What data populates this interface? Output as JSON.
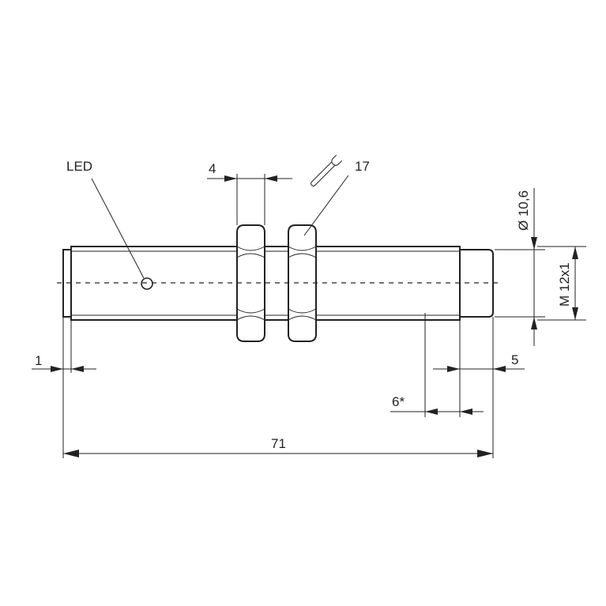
{
  "labels": {
    "led": "LED",
    "nut_width": "4",
    "wrench_size": "17",
    "flange": "1",
    "total_length": "71",
    "front_cap": "5",
    "sensing_offset": "6*",
    "diameter": "Ø 10,6",
    "thread": "M 12x1"
  },
  "icons": {
    "wrench": "wrench-icon"
  }
}
